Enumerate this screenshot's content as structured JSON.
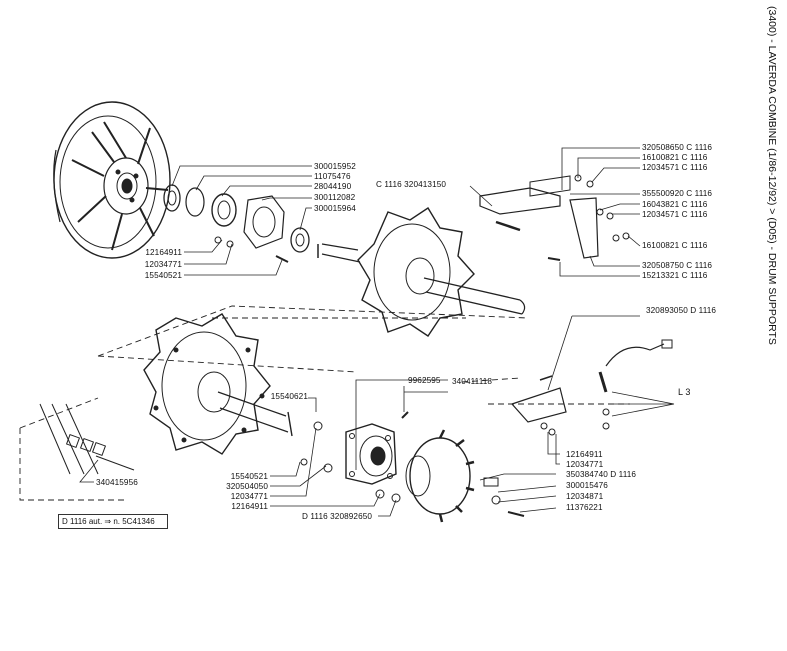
{
  "title": "(3400) - LAVERDA COMBINE (1/86-12/92) > (D05) - DRUM SUPPORTS",
  "footnote": "D 1116 aut. ⇒ n. 5C41346",
  "callout_l3": "L 3",
  "labels": {
    "a1": "300015952",
    "a2": "11075476",
    "a3": "28044190",
    "a4": "300112082",
    "a5": "300015964",
    "b1": "12164911",
    "b2": "12034771",
    "b3": "15540521",
    "c1": "C 1116  320413150",
    "d1": "320508650  C 1116",
    "d2": "16100821  C 1116",
    "d3": "12034571  C 1116",
    "d4": "355500920  C 1116",
    "d5": "16043821  C 1116",
    "d6": "12034571  C 1116",
    "d7": "16100821  C 1116",
    "d8": "320508750  C 1116",
    "d9": "15213321  C 1116",
    "e1": "320893050  D 1116",
    "f1": "9962595",
    "f2": "340411118",
    "g1": "15540621",
    "g2": "15540521",
    "g3": "320504050",
    "g4": "12034771",
    "g5": "12164911",
    "h1": "12164911",
    "h2": "12034771",
    "h3": "350384740  D 1116",
    "h4": "300015476",
    "h5": "12034871",
    "h6": "11376221",
    "i1": "D 1116  320892650",
    "j1": "340415956"
  }
}
